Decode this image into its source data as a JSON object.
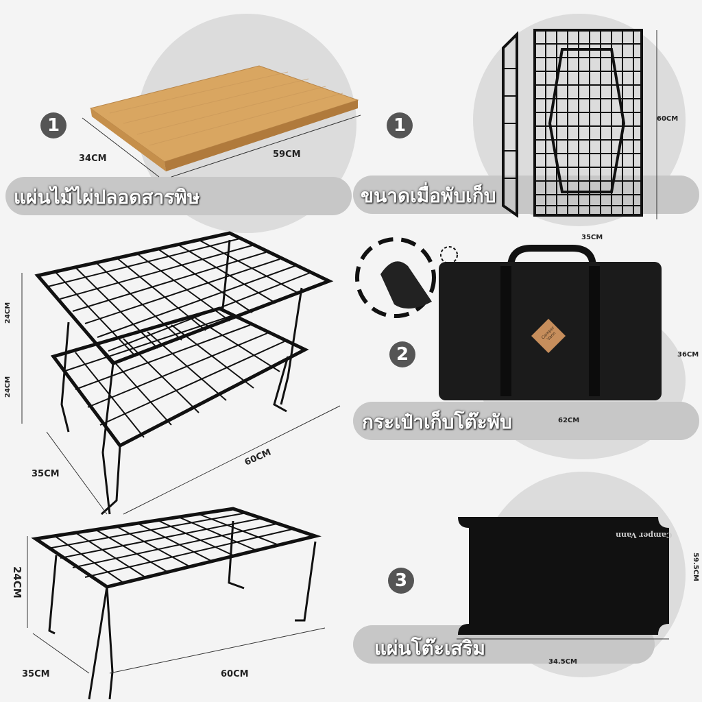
{
  "panels": {
    "bamboo": {
      "badge": "1",
      "label": "แผ่นไม้ไผ่ปลอดสารพิษ",
      "width_dim": "59CM",
      "depth_dim": "34CM"
    },
    "folded": {
      "badge": "1",
      "label": "ขนาดเมื่อพับเก็บ",
      "height_dim": "60CM",
      "width_dim": "35CM"
    },
    "stacked": {
      "height_dim_top": "24CM",
      "height_dim_bottom": "24CM",
      "depth_dim": "35CM",
      "length_dim": "60CM"
    },
    "bag": {
      "badge": "2",
      "label": "กระเป๋าเก็บโต๊ะพับ",
      "height_dim": "36CM",
      "width_dim": "62CM",
      "patch_text": "Camper Vann"
    },
    "single": {
      "height_dim": "24CM",
      "depth_dim": "35CM",
      "length_dim": "60CM"
    },
    "plate": {
      "badge": "3",
      "label": "แผ่นโต๊ะเสริม",
      "height_dim": "59.5CM",
      "width_dim": "34.5CM",
      "logo_text": "Camper Vann"
    }
  },
  "colors": {
    "badge": "#555555",
    "pill": "#c7c7c7",
    "circle": "#dcdcdc",
    "metal": "#111111",
    "bamboo": "#d9a661"
  }
}
